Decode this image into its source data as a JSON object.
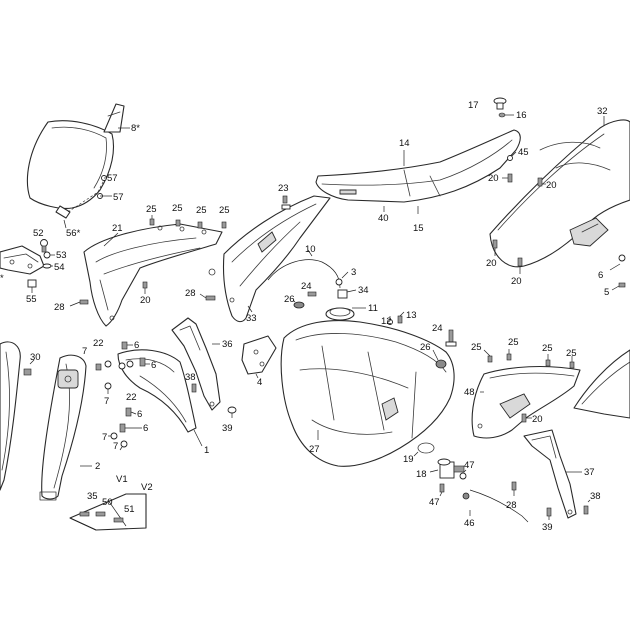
{
  "labels": {
    "n1": "1",
    "n2": "2",
    "n4": "4",
    "n5": "5",
    "n6": "6",
    "n7": "7",
    "n8": "8*",
    "n10": "10",
    "n11": "11",
    "n12": "12",
    "n13": "13",
    "n14": "14",
    "n15": "15",
    "n16": "16",
    "n17": "17",
    "n18": "18",
    "n19": "19",
    "n20": "20",
    "n21": "21",
    "n22": "22",
    "n23": "23",
    "n24": "24",
    "n25": "25",
    "n26": "26",
    "n27": "27",
    "n28": "28",
    "n30": "30",
    "n32": "32",
    "n33": "33",
    "n34": "34",
    "n35": "35",
    "n36": "36",
    "n37": "37",
    "n38": "38",
    "n39": "39",
    "n40": "40",
    "n45": "45",
    "n46": "46",
    "n47": "47",
    "n48": "48",
    "n50": "50",
    "n51": "51",
    "n52": "52",
    "n53": "53",
    "n54": "54",
    "n55": "55",
    "n56": "56*",
    "n57": "57",
    "n3": "3",
    "nV1": "V1",
    "nV2": "V2",
    "nstar": "*"
  },
  "colors": {
    "line": "#2a2a2a",
    "background": "#ffffff",
    "shading": "#d9d9d9"
  }
}
